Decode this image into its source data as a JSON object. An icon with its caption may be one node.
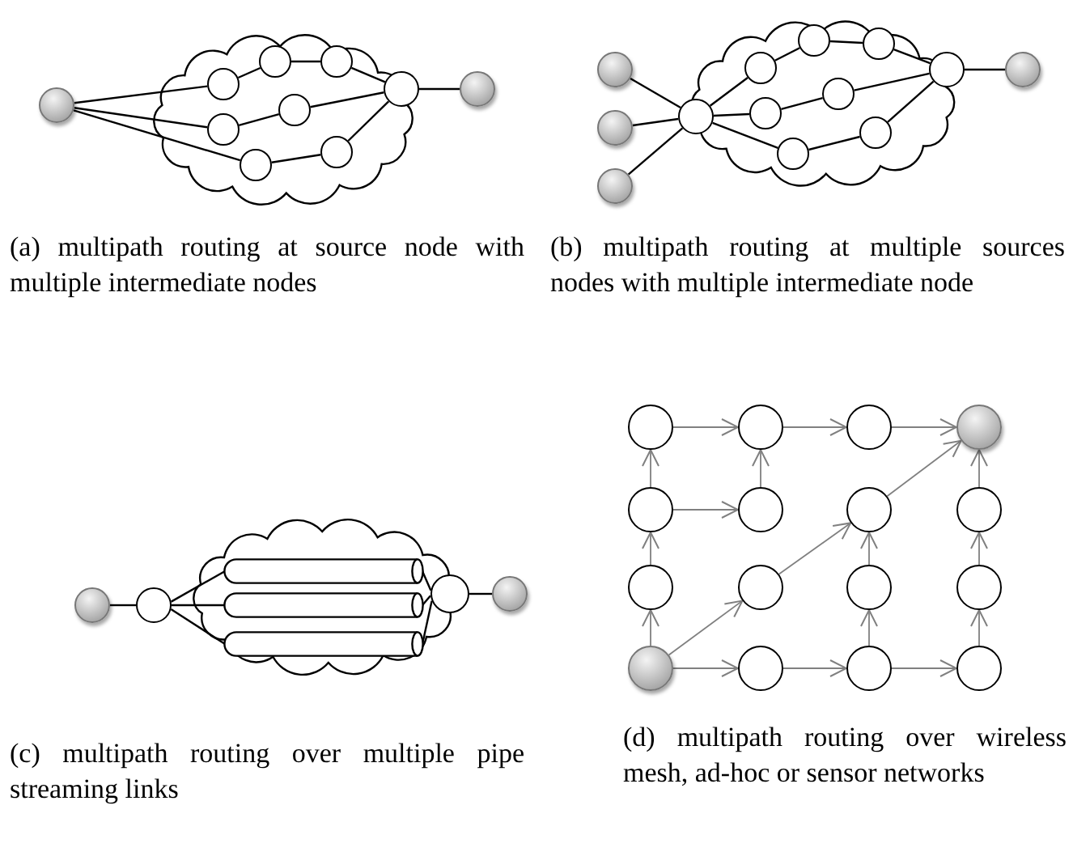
{
  "diagram": {
    "nodes": [
      {
        "text": [],
        "shape": "circle"
      },
      {
        "text": [],
        "shape": "cloud"
      },
      {
        "text": [],
        "shape": "circle",
        "in": 1
      },
      {
        "text": [],
        "shape": "circle",
        "in": 1
      },
      {
        "text": [],
        "shape": "circle",
        "in": 1
      },
      {
        "text": [],
        "shape": "circle",
        "in": 1
      },
      {
        "text": [],
        "shape": "circle",
        "in": 1
      },
      {
        "text": [],
        "shape": "circle",
        "in": 1
      },
      {
        "text": [],
        "shape": "circle",
        "in": 1
      },
      {
        "text": [],
        "shape": "circle",
        "in": 1
      },
      {
        "text": [],
        "shape": "circle"
      },
      {
        "text": [],
        "shape": "circle"
      },
      {
        "text": [],
        "shape": "circle"
      },
      {
        "text": [],
        "shape": "circle"
      },
      {
        "text": [],
        "shape": "cloud"
      },
      {
        "text": [],
        "shape": "circle",
        "in": 14
      },
      {
        "text": [],
        "shape": "circle",
        "in": 14
      },
      {
        "text": [],
        "shape": "circle",
        "in": 14
      },
      {
        "text": [],
        "shape": "circle",
        "in": 14
      },
      {
        "text": [],
        "shape": "circle",
        "in": 14
      },
      {
        "text": [],
        "shape": "circle",
        "in": 14
      },
      {
        "text": [],
        "shape": "circle",
        "in": 14
      },
      {
        "text": [],
        "shape": "circle",
        "in": 14
      },
      {
        "text": [],
        "shape": "circle",
        "in": 14
      },
      {
        "text": [],
        "shape": "circle"
      },
      {
        "text": [],
        "shape": "circle"
      },
      {
        "text": [],
        "shape": "circle"
      },
      {
        "text": [],
        "shape": "cloud"
      },
      {
        "text": [],
        "shape": "cylinder",
        "in": 27
      },
      {
        "text": [],
        "shape": "cylinder",
        "in": 27
      },
      {
        "text": [],
        "shape": "cylinder",
        "in": 27
      },
      {
        "text": [],
        "shape": "circle",
        "in": 27
      },
      {
        "text": [],
        "shape": "circle"
      },
      {
        "text": [],
        "shape": "circle"
      },
      {
        "text": [],
        "shape": "circle"
      },
      {
        "text": [],
        "shape": "circle"
      },
      {
        "text": [],
        "shape": "circle"
      },
      {
        "text": [],
        "shape": "circle"
      },
      {
        "text": [],
        "shape": "circle"
      },
      {
        "text": [],
        "shape": "circle"
      },
      {
        "text": [],
        "shape": "circle"
      },
      {
        "text": [],
        "shape": "circle"
      },
      {
        "text": [],
        "shape": "circle"
      },
      {
        "text": [],
        "shape": "circle"
      },
      {
        "text": [],
        "shape": "circle"
      },
      {
        "text": [],
        "shape": "circle"
      },
      {
        "text": [],
        "shape": "circle"
      },
      {
        "text": [],
        "shape": "circle"
      },
      {
        "text": [],
        "shape": "circle"
      }
    ],
    "edges": [
      {
        "from": 0,
        "to": 2,
        "arrow": "none"
      },
      {
        "from": 0,
        "to": 5,
        "arrow": "none"
      },
      {
        "from": 0,
        "to": 7,
        "arrow": "none"
      },
      {
        "from": 2,
        "to": 3,
        "arrow": "none"
      },
      {
        "from": 3,
        "to": 4,
        "arrow": "none"
      },
      {
        "from": 4,
        "to": 9,
        "arrow": "none"
      },
      {
        "from": 5,
        "to": 6,
        "arrow": "none"
      },
      {
        "from": 6,
        "to": 9,
        "arrow": "none"
      },
      {
        "from": 7,
        "to": 8,
        "arrow": "none"
      },
      {
        "from": 8,
        "to": 9,
        "arrow": "none"
      },
      {
        "from": 9,
        "to": 10,
        "arrow": "none"
      },
      {
        "from": 11,
        "to": 15,
        "arrow": "none"
      },
      {
        "from": 12,
        "to": 15,
        "arrow": "none"
      },
      {
        "from": 13,
        "to": 15,
        "arrow": "none"
      },
      {
        "from": 15,
        "to": 16,
        "arrow": "none"
      },
      {
        "from": 15,
        "to": 19,
        "arrow": "none"
      },
      {
        "from": 15,
        "to": 21,
        "arrow": "none"
      },
      {
        "from": 16,
        "to": 17,
        "arrow": "none"
      },
      {
        "from": 17,
        "to": 18,
        "arrow": "none"
      },
      {
        "from": 18,
        "to": 23,
        "arrow": "none"
      },
      {
        "from": 19,
        "to": 20,
        "arrow": "none"
      },
      {
        "from": 20,
        "to": 23,
        "arrow": "none"
      },
      {
        "from": 21,
        "to": 22,
        "arrow": "none"
      },
      {
        "from": 22,
        "to": 23,
        "arrow": "none"
      },
      {
        "from": 23,
        "to": 24,
        "arrow": "none"
      },
      {
        "from": 25,
        "to": 26,
        "arrow": "none"
      },
      {
        "from": 26,
        "to": 28,
        "arrow": "none"
      },
      {
        "from": 26,
        "to": 29,
        "arrow": "none"
      },
      {
        "from": 26,
        "to": 30,
        "arrow": "none"
      },
      {
        "from": 28,
        "to": 31,
        "arrow": "none"
      },
      {
        "from": 29,
        "to": 31,
        "arrow": "none"
      },
      {
        "from": 30,
        "to": 31,
        "arrow": "none"
      },
      {
        "from": 31,
        "to": 32,
        "arrow": "none"
      },
      {
        "from": 33,
        "to": 34,
        "arrow": "to",
        "color": "#808080"
      },
      {
        "from": 34,
        "to": 35,
        "arrow": "to",
        "color": "#808080"
      },
      {
        "from": 35,
        "to": 36,
        "arrow": "to",
        "color": "#808080"
      },
      {
        "from": 37,
        "to": 38,
        "arrow": "to",
        "color": "#808080"
      },
      {
        "from": 45,
        "to": 41,
        "arrow": "to",
        "color": "#808080"
      },
      {
        "from": 41,
        "to": 37,
        "arrow": "to",
        "color": "#808080"
      },
      {
        "from": 37,
        "to": 33,
        "arrow": "to",
        "color": "#808080"
      },
      {
        "from": 38,
        "to": 34,
        "arrow": "to",
        "color": "#808080"
      },
      {
        "from": 45,
        "to": 42,
        "arrow": "to",
        "color": "#808080"
      },
      {
        "from": 42,
        "to": 39,
        "arrow": "to",
        "color": "#808080"
      },
      {
        "from": 39,
        "to": 36,
        "arrow": "to",
        "color": "#808080"
      },
      {
        "from": 47,
        "to": 43,
        "arrow": "to",
        "color": "#808080"
      },
      {
        "from": 43,
        "to": 39,
        "arrow": "to",
        "color": "#808080"
      },
      {
        "from": 48,
        "to": 44,
        "arrow": "to",
        "color": "#808080"
      },
      {
        "from": 44,
        "to": 40,
        "arrow": "to",
        "color": "#808080"
      },
      {
        "from": 40,
        "to": 36,
        "arrow": "to",
        "color": "#808080"
      },
      {
        "from": 45,
        "to": 46,
        "arrow": "to",
        "color": "#808080"
      },
      {
        "from": 46,
        "to": 47,
        "arrow": "to",
        "color": "#808080"
      },
      {
        "from": 47,
        "to": 48,
        "arrow": "to",
        "color": "#808080"
      }
    ],
    "labels": [
      "(a) multipath routing at source node with multiple intermediate nodes",
      "(b) multipath routing at multiple sources nodes with multiple intermediate node",
      "(c) multipath routing over multiple pipe streaming links",
      "(d) multipath routing over wireless mesh, ad-hoc or sensor networks"
    ]
  }
}
